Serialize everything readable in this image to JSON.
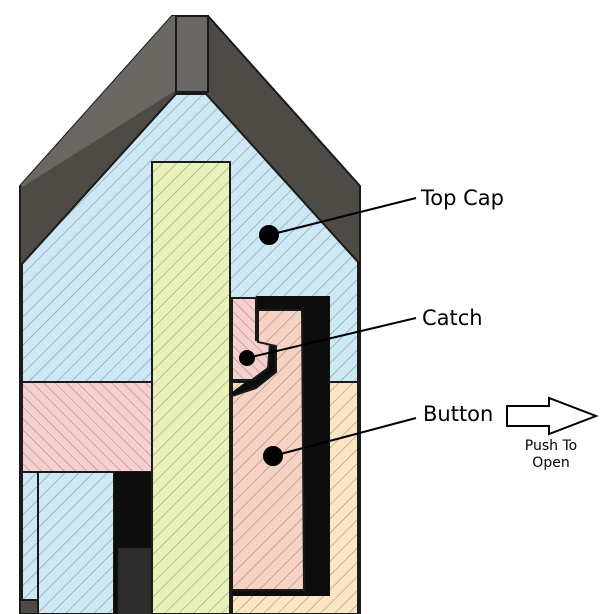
{
  "labels": {
    "top_cap": "Top Cap",
    "catch": "Catch",
    "button": "Button",
    "push_line1": "Push To",
    "push_line2": "Open"
  },
  "colors": {
    "top_cap": "#cce8f4",
    "catch": "#f6cfcf",
    "button": "#f6d2c2",
    "sleeve": "#f6cfcf",
    "shaft": "#e8f2b8",
    "base": "#fbe5c2",
    "shell": "#4e4b47",
    "shell_edge": "#6b6762",
    "cavity": "#0d0d0d",
    "outline": "#1a1a1a"
  },
  "icons": {
    "arrow": "hollow-right-arrow-icon",
    "pointer": "leader-dot-icon"
  }
}
